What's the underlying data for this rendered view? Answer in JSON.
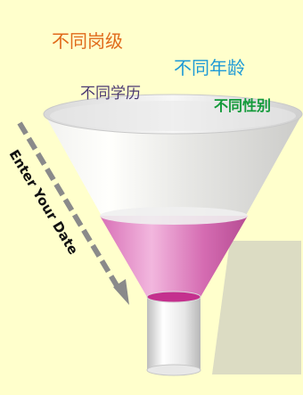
{
  "labels": {
    "position": "不同岗级",
    "age": "不同年龄",
    "education": "不同学历",
    "gender": "不同性别"
  },
  "arrow": {
    "label": "Enter  Your  Date"
  },
  "colors": {
    "background": "#ffffcc",
    "position": "#e06a1a",
    "age": "#1e9ad6",
    "education": "#4b3a73",
    "gender": "#139a3a",
    "liquid": "#d86fb6",
    "arrow": "#8a8a8a"
  }
}
